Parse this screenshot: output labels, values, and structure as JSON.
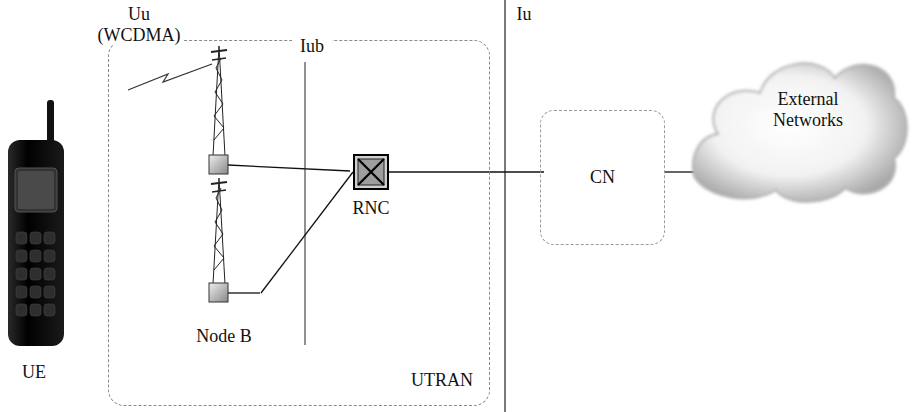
{
  "diagram": {
    "nodes": [
      {
        "text": [
          "UTRAN"
        ]
      },
      {
        "text": [
          "Node B"
        ],
        "in": 0
      },
      {
        "text": [
          "RNC"
        ],
        "in": 0
      },
      {
        "text": [
          "CN"
        ]
      },
      {
        "text": [
          "External Networks"
        ]
      }
    ],
    "edges": [
      {
        "from": 1,
        "to": 2,
        "arrow": "none"
      },
      {
        "from": 2,
        "to": 3,
        "arrow": "none"
      },
      {
        "from": 3,
        "to": 4,
        "arrow": "none"
      }
    ],
    "labels": [
      "Uu (WCDMA)",
      "Iub",
      "Iu",
      "UE"
    ]
  }
}
